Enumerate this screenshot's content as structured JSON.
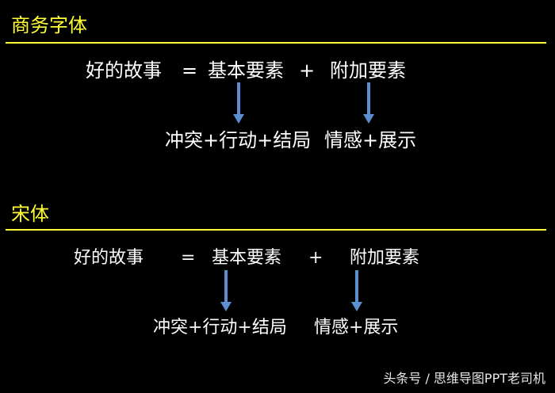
{
  "section1": {
    "title": "商务字体",
    "story": "好的故事",
    "equals": "=",
    "basic": "基本要素",
    "plus": "+",
    "additional": "附加要素",
    "basic_detail": "冲突+行动+结局",
    "additional_detail": "情感+展示"
  },
  "section2": {
    "title": "宋体",
    "story": "好的故事",
    "equals": "=",
    "basic": "基本要素",
    "plus": "+",
    "additional": "附加要素",
    "basic_detail": "冲突+行动+结局",
    "additional_detail": "情感+展示"
  },
  "watermark": "头条号 / 思维导图PPT老司机",
  "colors": {
    "background": "#000000",
    "title": "#ffff33",
    "arrow": "#5b8fd0",
    "text": "#ffffff"
  }
}
